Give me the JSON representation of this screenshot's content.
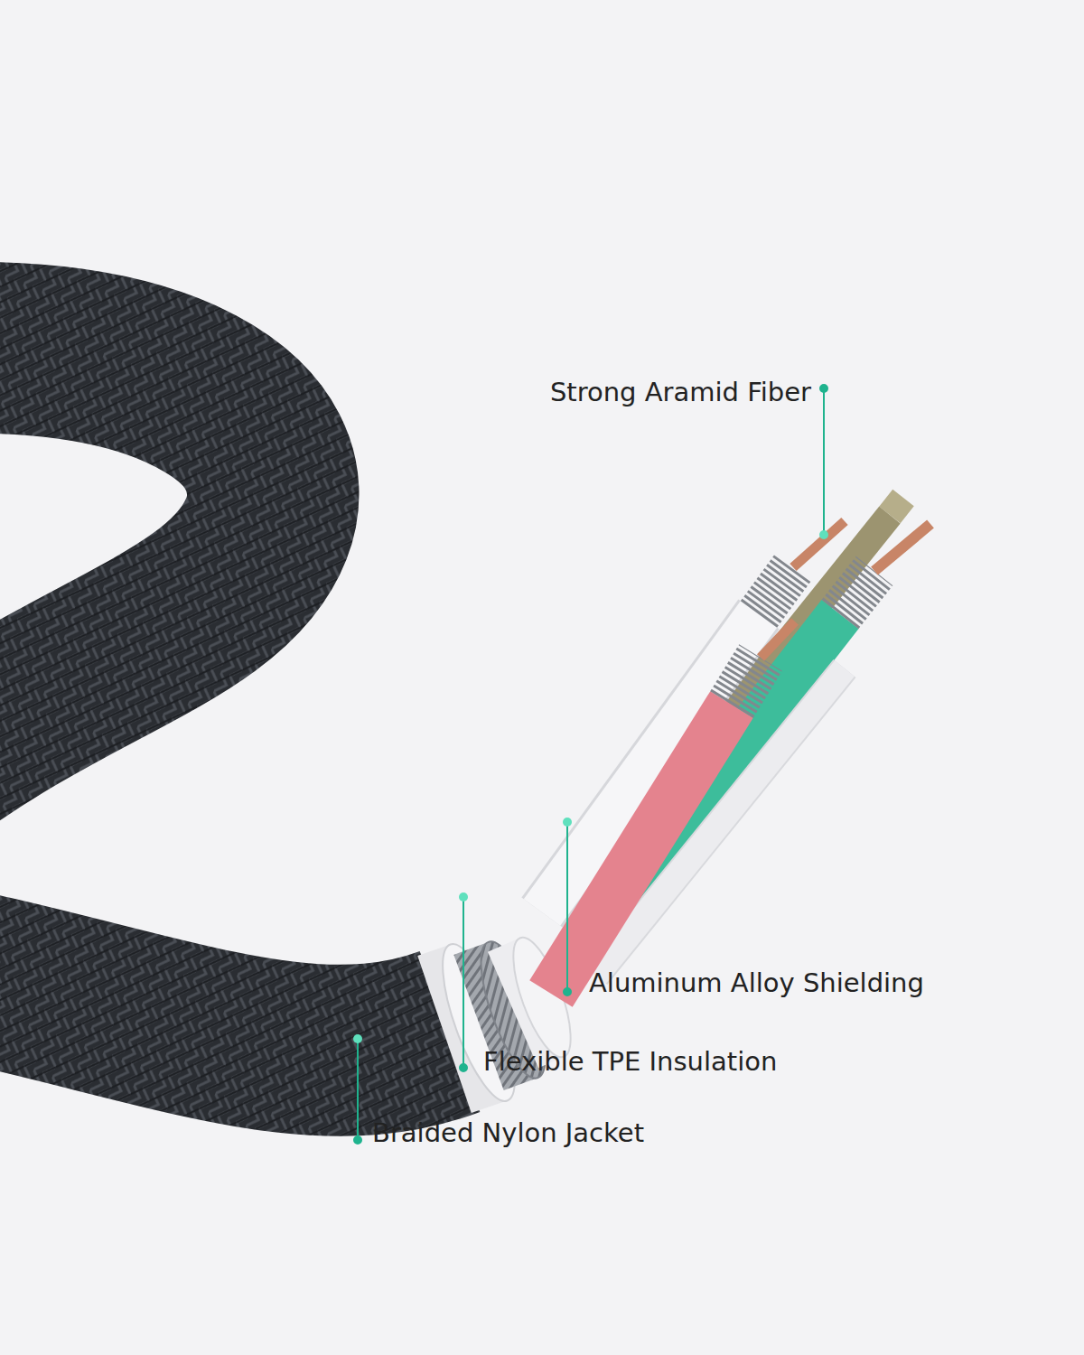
{
  "diagram": {
    "labels": [
      "Strong Aramid Fiber",
      "Aluminum Alloy Shielding",
      "Flexible TPE Insulation",
      "Braided Nylon Jacket"
    ]
  }
}
